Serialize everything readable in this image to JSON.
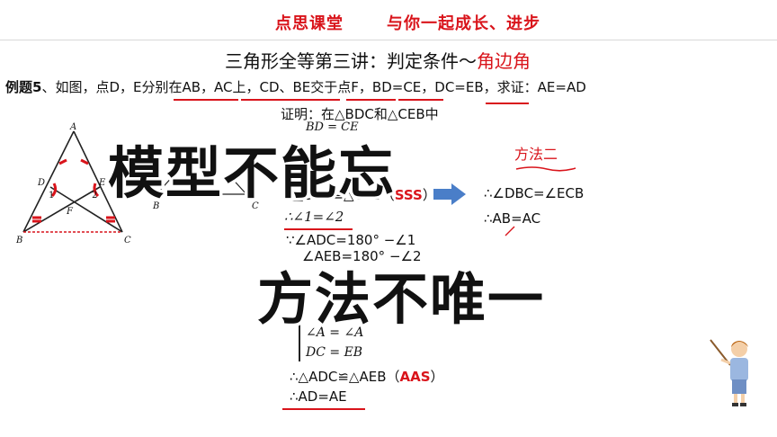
{
  "header": {
    "brand": "点思课堂",
    "slogan": "与你一起成长、进步"
  },
  "lesson": {
    "title_main": "三角形全等第三讲：判定条件～",
    "title_highlight": "角边角"
  },
  "problem": {
    "label": "例题5",
    "text": "、如图，点D，E分别在AB，AC上，CD、BE交于点F，BD=CE，DC=EB，求证：AE=AD"
  },
  "figure_main": {
    "labels": {
      "A": "A",
      "B": "B",
      "C": "C",
      "D": "D",
      "E": "E",
      "F": "F",
      "one": "1",
      "two": "2"
    }
  },
  "figure_small": {
    "labels": {
      "B": "B",
      "C": "C"
    }
  },
  "proof": {
    "line0": "证明：在△BDC和△CEB中",
    "line0b": "BD = CE",
    "line1a": "∴△BDC≌△CEB（",
    "line1_sss": "SSS",
    "line1b": "）",
    "line2": "∴∠1=∠2",
    "line3": "∵∠ADC=180° −∠1",
    "line4": "∠AEB=180° −∠2",
    "line5": "∠A = ∠A",
    "line6": "DC = EB",
    "line7a": "∴△ADC≌△AEB（",
    "line7_aas": "AAS",
    "line7b": "）",
    "line8": "∴AD=AE"
  },
  "method2": {
    "title": "方法二",
    "line1": "∴∠DBC=∠ECB",
    "line2": "∴AB=AC"
  },
  "overlay": {
    "text1": "模型不能忘",
    "text2": "方法不唯一"
  },
  "colors": {
    "accent_red": "#d9141b",
    "arrow_blue": "#4a7ec8"
  }
}
